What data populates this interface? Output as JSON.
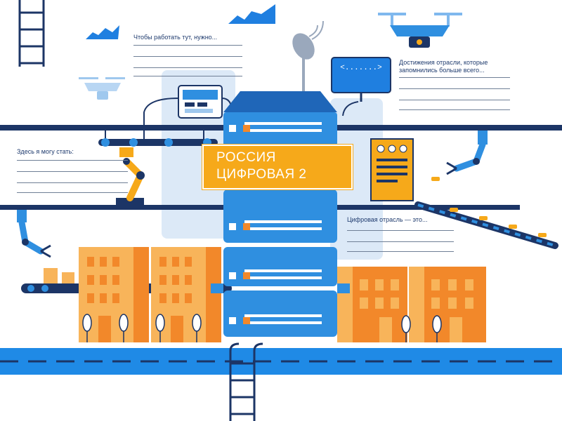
{
  "title": {
    "line1": "РОССИЯ",
    "line2": "ЦИФРОВАЯ 2"
  },
  "notes": [
    {
      "id": "work-here",
      "text": "Чтобы работать тут, нужно..."
    },
    {
      "id": "achievements",
      "text": "Достижения отрасли, которые запомнились больше всего..."
    },
    {
      "id": "become",
      "text": "Здесь я могу стать:"
    },
    {
      "id": "industry",
      "text": "Цифровая отрасль — это..."
    }
  ],
  "monitor": {
    "code": "<.......>"
  },
  "colors": {
    "server_blue": "#2f8fe0",
    "server_dark": "#1f66b8",
    "ghost_blue": "#dbe9f7",
    "building_orange": "#f2882a",
    "building_light": "#f8b45a",
    "accent_orange": "#f6a91a",
    "rail_navy": "#1c3566",
    "road_blue": "#1f8ae6"
  }
}
